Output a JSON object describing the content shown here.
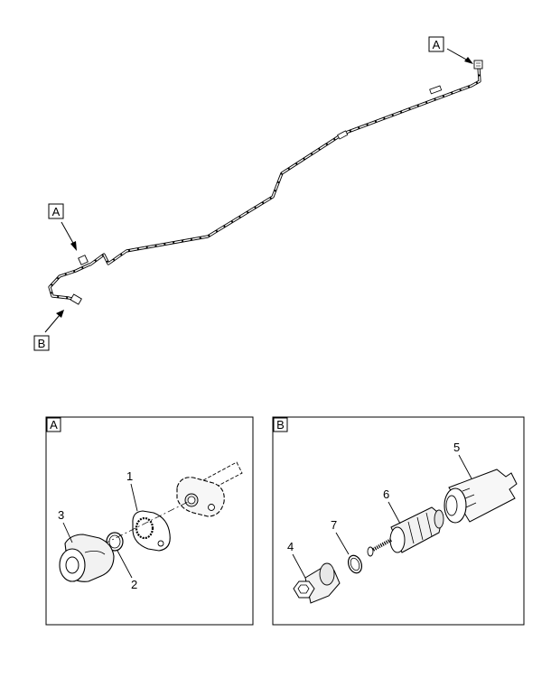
{
  "callouts": {
    "top_a": "A",
    "left_a": "A",
    "left_b": "B"
  },
  "panels": {
    "a": {
      "label": "A",
      "items": [
        "1",
        "2",
        "3"
      ]
    },
    "b": {
      "label": "B",
      "items": [
        "4",
        "5",
        "6",
        "7"
      ]
    }
  },
  "colors": {
    "ink": "#000000",
    "background": "#ffffff",
    "fill_light": "#f2f2f2",
    "fill_mid": "#d9d9d9"
  }
}
